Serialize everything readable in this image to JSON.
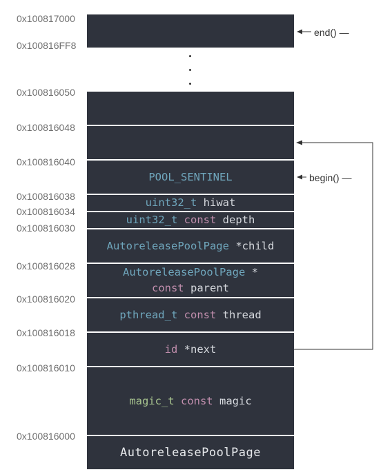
{
  "addresses": [
    "0x100817000",
    "0x100816FF8",
    "0x100816050",
    "0x100816048",
    "0x100816040",
    "0x100816038",
    "0x100816034",
    "0x100816030",
    "0x100816028",
    "0x100816020",
    "0x100816018",
    "0x100816010",
    "0x100816000"
  ],
  "blocks": {
    "pool_sentinel": "POOL_SENTINEL",
    "hiwat_type": "uint32_t",
    "hiwat_name": "hiwat",
    "depth_type": "uint32_t",
    "depth_const": "const",
    "depth_name": "depth",
    "child_type": "AutoreleasePoolPage",
    "child_name": "*child",
    "parent_type": "AutoreleasePoolPage",
    "parent_star": "*",
    "parent_const": "const",
    "parent_name": "parent",
    "thread_type": "pthread_t",
    "thread_const": "const",
    "thread_name": "thread",
    "next_type": "id",
    "next_name": "*next",
    "magic_type": "magic_t",
    "magic_const": "const",
    "magic_name": "magic",
    "class_name": "AutoreleasePoolPage"
  },
  "labels": {
    "end": "end() —",
    "begin": "begin() —"
  },
  "colors": {
    "block": "#2f333d",
    "type": "#6fa6bc",
    "keyword": "#c28fae",
    "ident": "#d6d9de",
    "magic_type": "#a8c48f"
  }
}
